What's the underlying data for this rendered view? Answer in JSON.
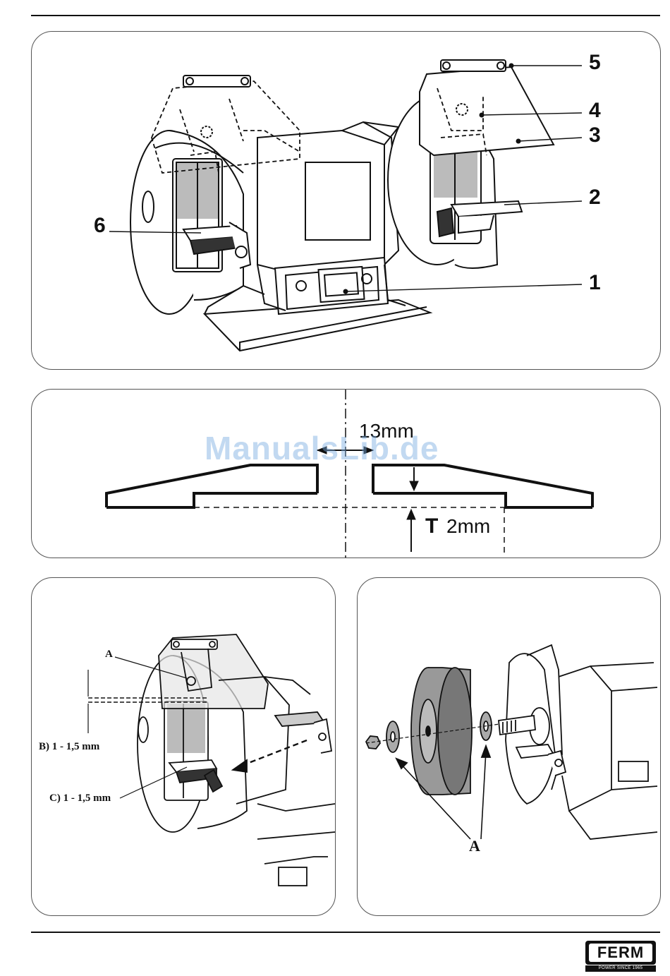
{
  "figure1": {
    "callouts": [
      "1",
      "2",
      "3",
      "4",
      "5",
      "6"
    ]
  },
  "figure2": {
    "dim_width": "13mm",
    "dim_t_letter": "T",
    "dim_t_value": "2mm"
  },
  "figure3": {
    "label_a": "A",
    "label_b": "B) 1 - 1,5 mm",
    "label_c": "C) 1 - 1,5 mm"
  },
  "figure4": {
    "label_a": "A"
  },
  "watermark": "ManualsLib.de",
  "logo": {
    "brand": "FERM",
    "tagline": "POWER SINCE 1965"
  }
}
